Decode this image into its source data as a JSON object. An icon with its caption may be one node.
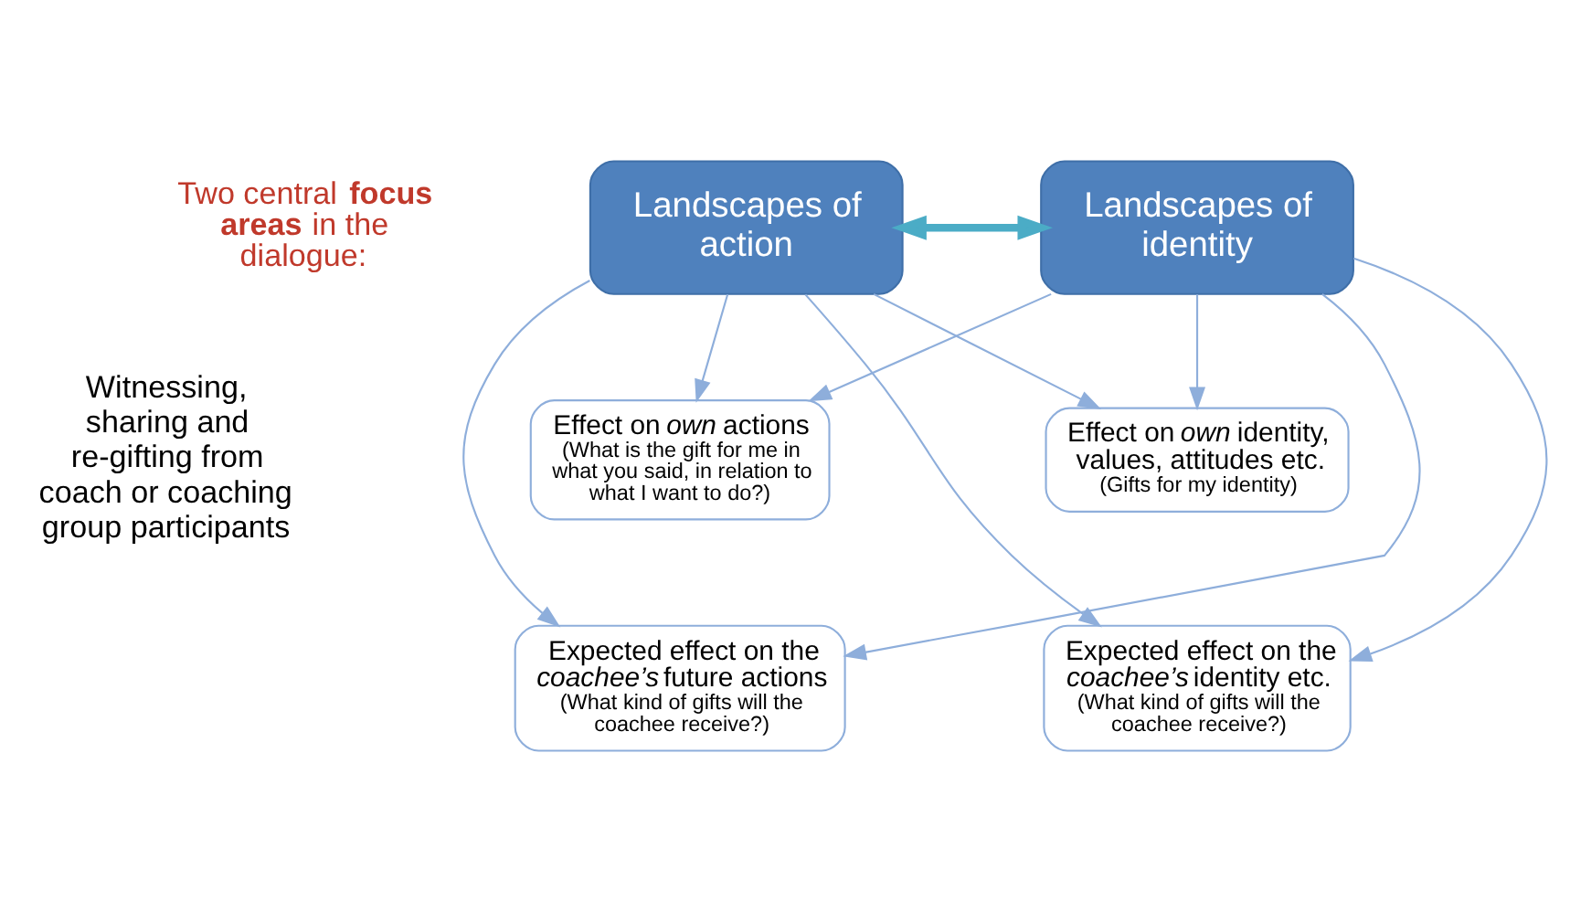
{
  "diagram": {
    "nodes": [
      {
        "text": [
          "Landscapes of action"
        ]
      },
      {
        "text": [
          "Landscapes of identity"
        ]
      },
      {
        "text": [
          "Effect on *own* actions",
          "(What is the gift for me in what you said, in relation to what I want to do?)"
        ]
      },
      {
        "text": [
          "Expected effect on the *coachee’s* future actions",
          "(What kind of gifts will the coachee receive?)"
        ]
      },
      {
        "text": [
          "Effect on *own* identity, values, attitudes etc.",
          "(Gifts for my identity)"
        ]
      },
      {
        "text": [
          "Expected effect on the *coachee’s* identity etc.",
          "(What kind of gifts will the coachee receive?)"
        ]
      }
    ],
    "edges": [
      {
        "from": 0,
        "to": 1,
        "arrow": "both",
        "style": "thick"
      },
      {
        "from": 0,
        "to": 2,
        "arrow": "to"
      },
      {
        "from": 0,
        "to": 3,
        "arrow": "to"
      },
      {
        "from": 0,
        "to": 4,
        "arrow": "to"
      },
      {
        "from": 0,
        "to": 5,
        "arrow": "to"
      },
      {
        "from": 1,
        "to": 2,
        "arrow": "to"
      },
      {
        "from": 1,
        "to": 3,
        "arrow": "to"
      },
      {
        "from": 1,
        "to": 4,
        "arrow": "to"
      },
      {
        "from": 1,
        "to": 5,
        "arrow": "to"
      }
    ],
    "labels": [
      "Two central **focus areas** in the dialogue:",
      "Witnessing, sharing and re-gifting from coach or coaching group participants"
    ]
  }
}
